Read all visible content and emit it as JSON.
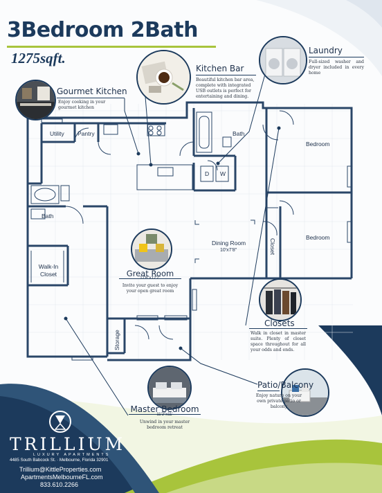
{
  "header": {
    "title": "3Bedroom 2Bath",
    "sqft": "1275sqft."
  },
  "callouts": {
    "gourmet_kitchen": {
      "title": "Gourmet Kitchen",
      "text": "Enjoy cooking in your gourmet kitchen"
    },
    "kitchen_bar": {
      "title": "Kitchen Bar",
      "text": "Beautiful kitchen bar area, complete with integrated USB outlets is perfect for entertaining and dining."
    },
    "laundry": {
      "title": "Laundry",
      "text": "Full-sized washer and dryer included in every home"
    },
    "great_room": {
      "title": "Great Room",
      "dimensions": "17'6\"x12'2\"",
      "text": "Invite your guest to enjoy your open great room"
    },
    "closets": {
      "title": "Closets",
      "text": "Walk in closet in master suite. Plenty of closet space throughout for all your odds and ends."
    },
    "patio": {
      "title": "Patio/Balcony",
      "text": "Enjoy nature on your own private patio or balcony"
    },
    "master_bedroom": {
      "title": "Master Bedroom",
      "dimensions": "11'2\"x11'",
      "text": "Unwind in your master bedroom retreat"
    }
  },
  "floorplan": {
    "utility": "Utility",
    "pantry": "Pantry",
    "bath_top": "Bath",
    "bedroom_1": "Bedroom",
    "bedroom_2": "Bedroom",
    "bath_left": "Bath",
    "walk_in_closet": "Walk-In Closet",
    "dining_room": "Dining Room",
    "dining_dims": "10'x7'8\"",
    "closet": "Closet",
    "storage": "Storage",
    "dryer": "D",
    "washer": "W"
  },
  "footer": {
    "brand": "TRILLIUM",
    "tagline": "LUXURY APARTMENTS",
    "address": "4485 South Babcock St. · Melbourne, Florida 32901",
    "email": "Trillium@KittleProperties.com",
    "website": "ApartmentsMelbourneFL.com",
    "phone": "833.610.2266"
  },
  "colors": {
    "navy": "#1c3a5c",
    "accent_green": "#a8c43c",
    "plan_line": "#2a4668"
  },
  "icons": [
    "trillium-logo-icon"
  ]
}
